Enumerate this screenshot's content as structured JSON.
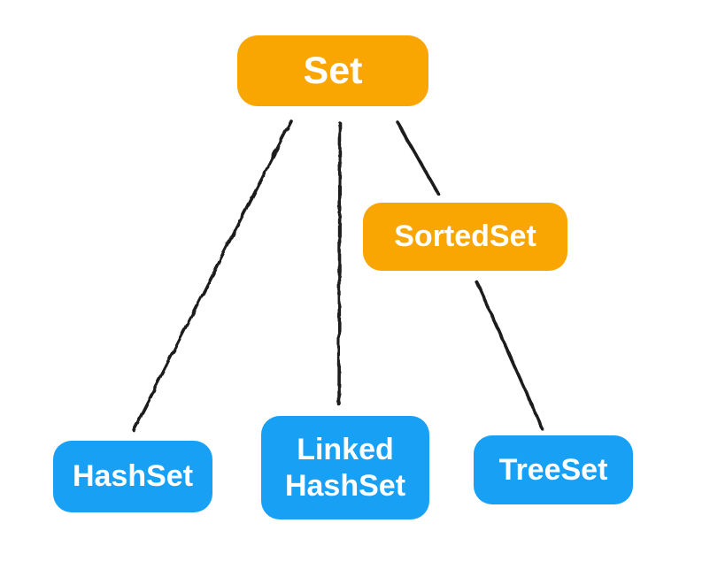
{
  "diagram": {
    "nodes": [
      {
        "id": "set",
        "label": "Set",
        "fill": "#F9A602"
      },
      {
        "id": "sortedset",
        "label": "SortedSet",
        "fill": "#F9A602"
      },
      {
        "id": "hashset",
        "label": "HashSet",
        "fill": "#18A0F5"
      },
      {
        "id": "linkedhashset",
        "label": "Linked HashSet",
        "fill": "#18A0F5"
      },
      {
        "id": "treeset",
        "label": "TreeSet",
        "fill": "#18A0F5"
      }
    ],
    "edges": [
      {
        "from": "Set",
        "to": "HashSet"
      },
      {
        "from": "Set",
        "to": "Linked HashSet"
      },
      {
        "from": "Set",
        "to": "SortedSet"
      },
      {
        "from": "SortedSet",
        "to": "TreeSet"
      }
    ],
    "colors": {
      "orange": "#F9A602",
      "blue": "#18A0F5",
      "line": "#1A1A1A",
      "text": "#FFFFFF",
      "background": "#FFFFFF"
    }
  }
}
